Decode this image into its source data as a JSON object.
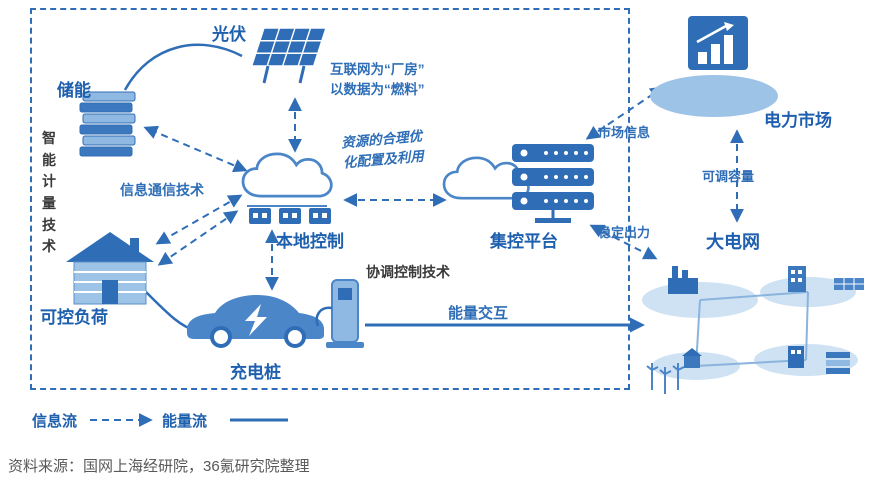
{
  "diagram": {
    "nodes": {
      "pv": {
        "label": "光伏"
      },
      "storage": {
        "label": "储能"
      },
      "load": {
        "label": "可控负荷"
      },
      "local_control": {
        "label": "本地控制"
      },
      "platform": {
        "label": "集控平台"
      },
      "charger": {
        "label": "充电桩"
      },
      "market": {
        "label": "电力市场"
      },
      "grid": {
        "label": "大电网"
      }
    },
    "annotations": {
      "smart_metering": "智能计量技术",
      "ict": "信息通信技术",
      "internet_line1": "互联网为“厂房”",
      "internet_line2": "以数据为“燃料”",
      "resource_line1": "资源的合理优",
      "resource_line2": "化配置及利用",
      "coordination": "协调控制技术",
      "market_info": "市场信息",
      "adjustable_capacity": "可调容量",
      "stable_output": "稳定出力",
      "energy_interaction": "能量交互"
    },
    "legend": {
      "info_flow_label": "信息流",
      "energy_flow_label": "能量流"
    },
    "source": "资料来源：国网上海经研院，36氪研究院整理",
    "colors": {
      "primary_blue": "#2f6eb6",
      "label_blue": "#1e5fae",
      "light_blue": "#9dc3e6",
      "pale_blue": "#cfe2f3",
      "text_dark": "#3a3a3a",
      "source_gray": "#595959"
    }
  }
}
